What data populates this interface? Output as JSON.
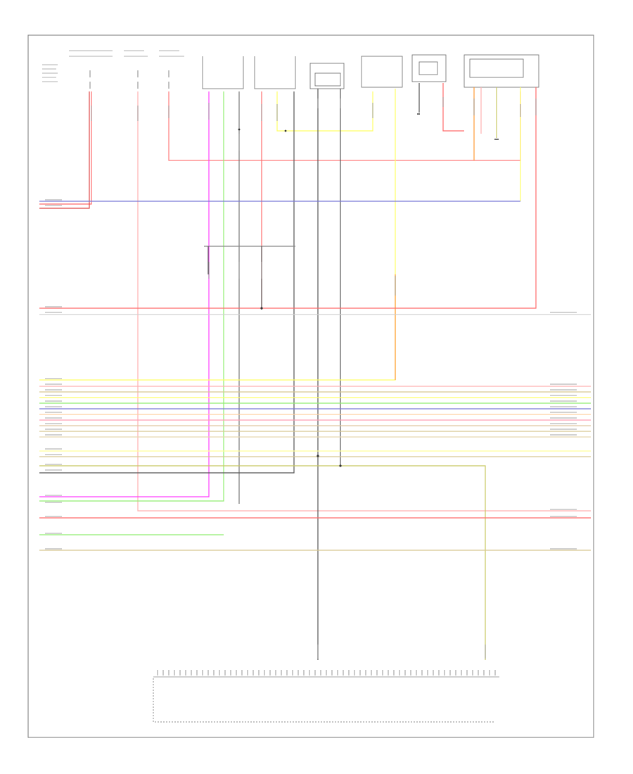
{
  "diagram": {
    "colors": {
      "frame": "#555555",
      "red": "#ff6b6b",
      "pink": "#ffb0b0",
      "blue": "#7a7ad6",
      "magenta": "#ff40ff",
      "green": "#90ee70",
      "yellow": "#ffff66",
      "orange": "#ff9933",
      "tan": "#d8c890",
      "gray": "#555555",
      "olive": "#c8c860",
      "lightgray": "#b5b5b5"
    },
    "page_id": "",
    "bottom_module": {
      "line1": "",
      "line2": ""
    },
    "top_components": [
      {
        "id": "fuse-group-1",
        "label": ""
      },
      {
        "id": "fuse-2",
        "label": ""
      },
      {
        "id": "fuse-3",
        "label": ""
      },
      {
        "id": "neutral-safety-switch",
        "label": ""
      },
      {
        "id": "transmission-range-sensor",
        "label": ""
      },
      {
        "id": "vehicle-speed-sensor",
        "label": ""
      },
      {
        "id": "output-speed-sensor",
        "label": ""
      },
      {
        "id": "resistor-module",
        "label": ""
      },
      {
        "id": "selector-lever-module",
        "label": ""
      }
    ]
  }
}
